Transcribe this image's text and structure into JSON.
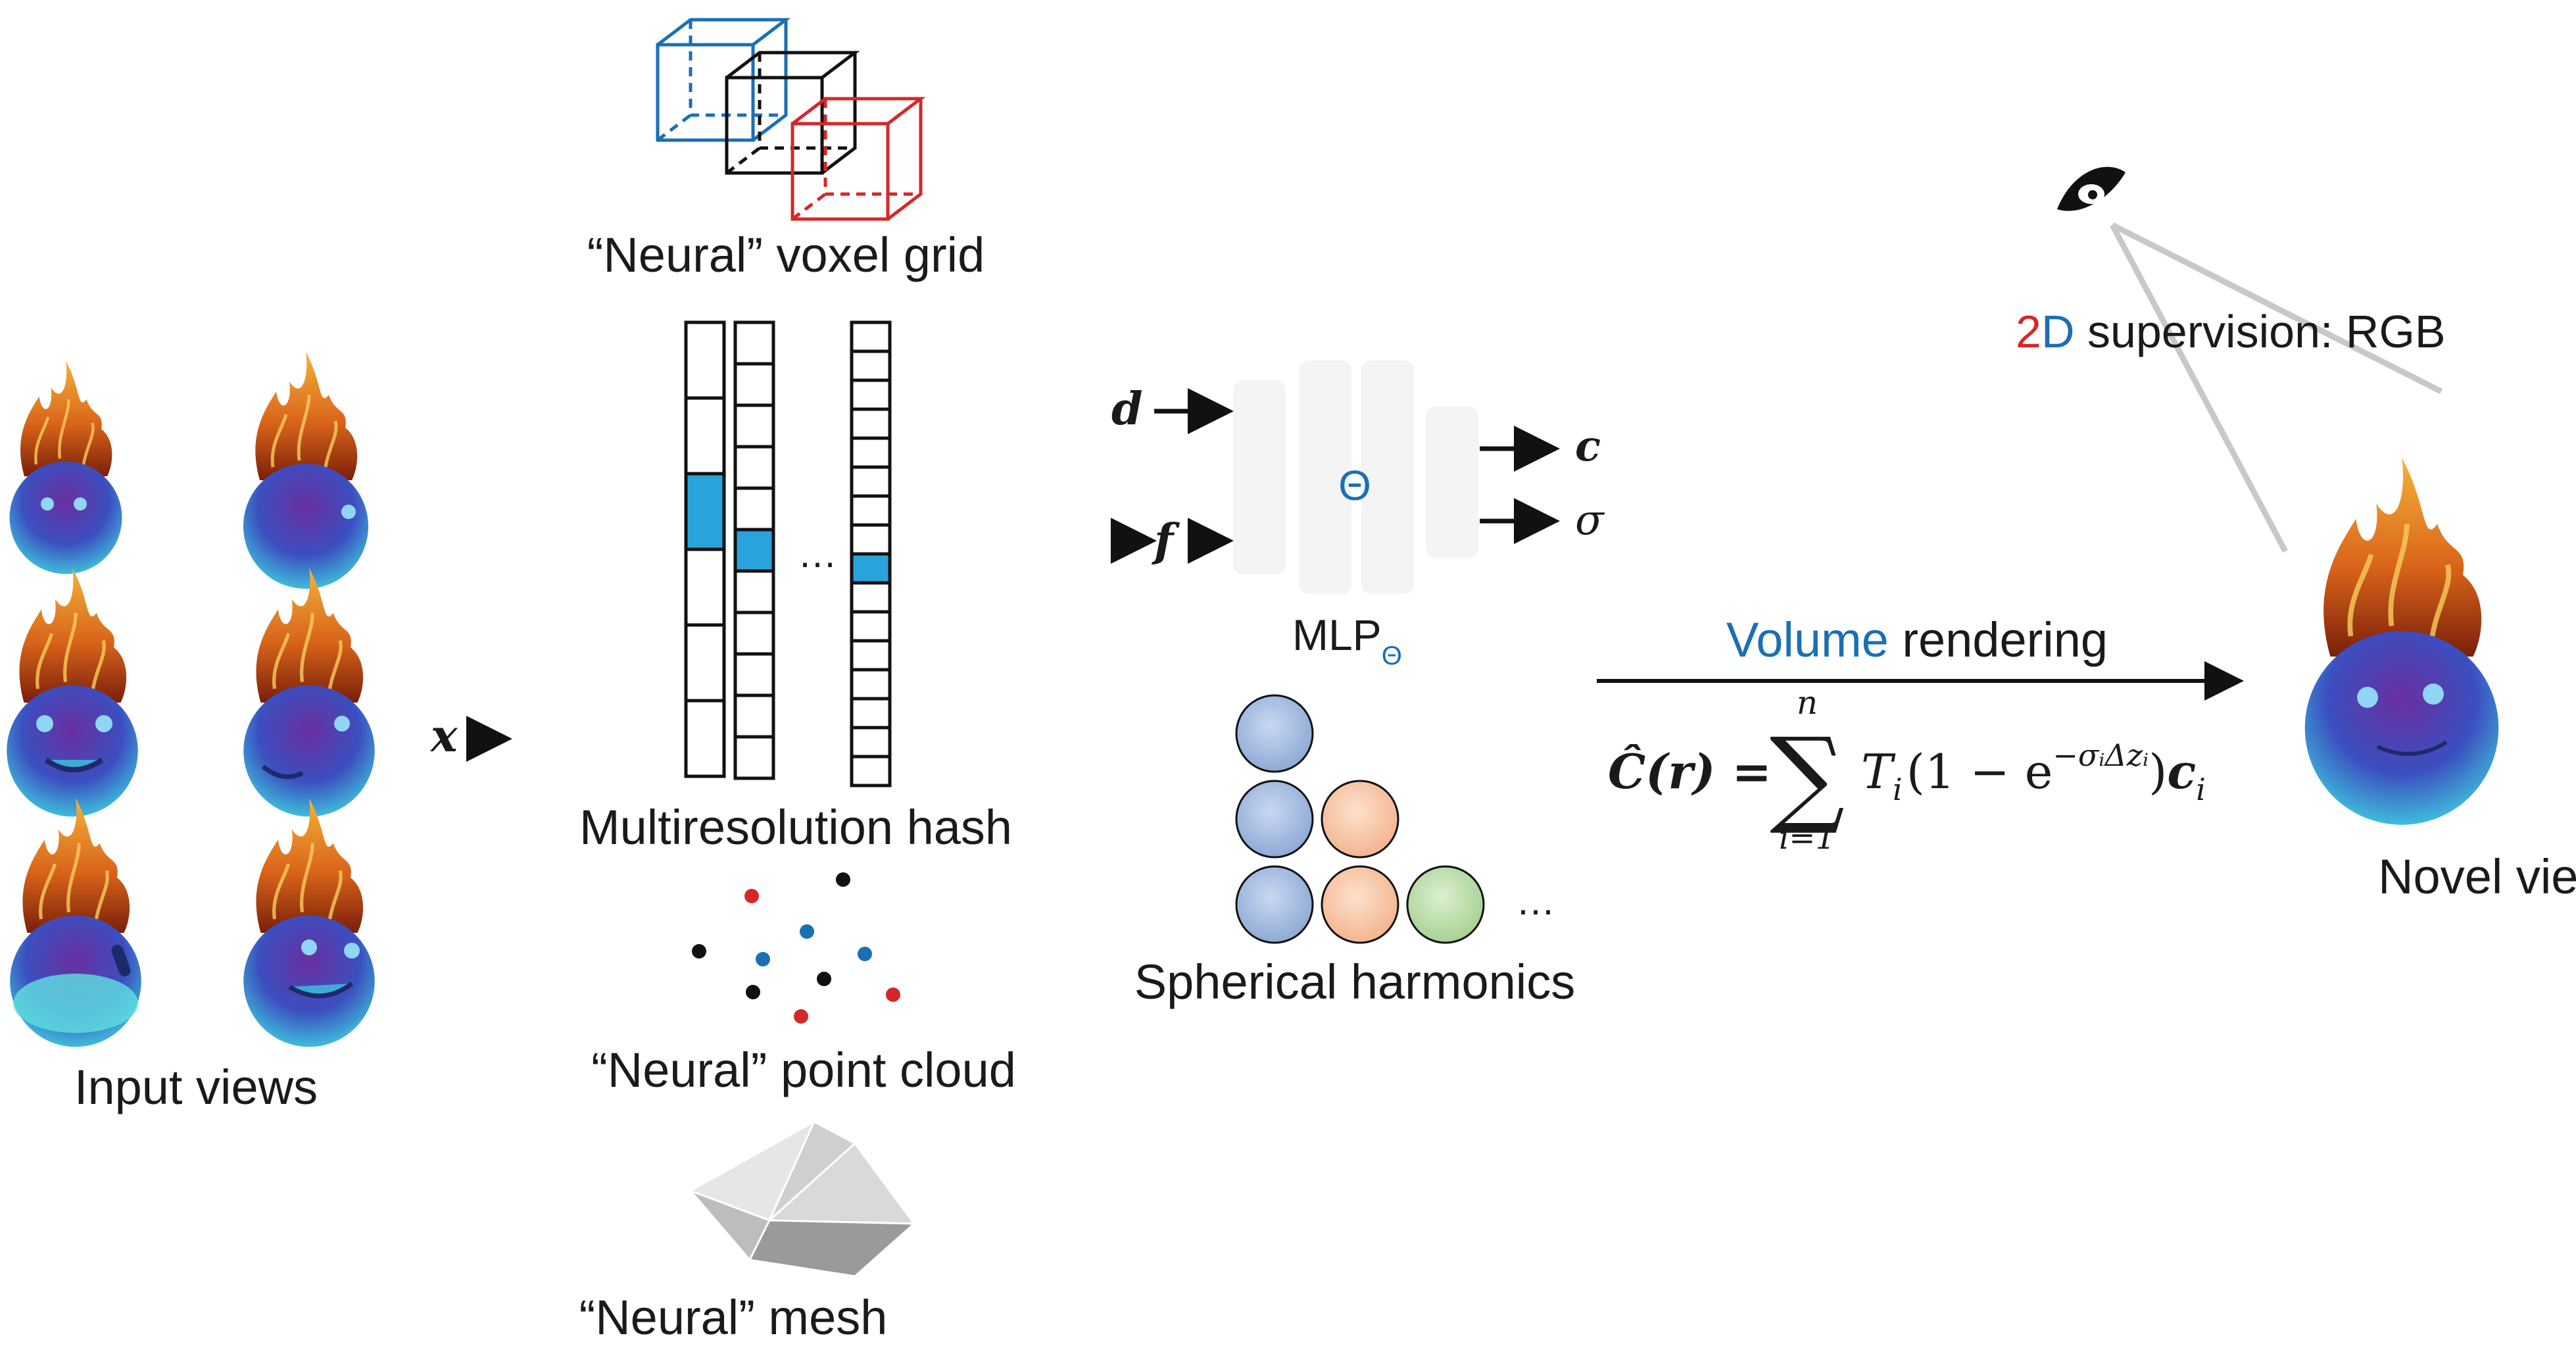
{
  "labels": {
    "input_views": "Input views",
    "voxel_grid": "“Neural” voxel grid",
    "hash": "Multiresolution hash",
    "point_cloud": "“Neural” point cloud",
    "mesh": "“Neural” mesh",
    "mlp": "MLP",
    "mlp_sub": "Θ",
    "theta": "Θ",
    "spherical": "Spherical harmonics",
    "novel_view": "Novel view",
    "supervision_2": "2",
    "supervision_D": "D",
    "supervision_rest": " supervision: RGB",
    "volume_word": "Volume",
    "rendering_word": " rendering",
    "ellipsis_hash": "…",
    "ellipsis_sh": "…"
  },
  "symbols": {
    "x": "x",
    "d": "d",
    "f": "f",
    "c": "c",
    "sigma": "σ"
  },
  "formula": {
    "lhs": "Ĉ(r) =",
    "sum": "∑",
    "upper": "n",
    "lower": "i=1",
    "T": "T",
    "T_sub": "i",
    "paren_open": "(1 − e",
    "exponent": "−σᵢΔzᵢ",
    "paren_close": ")",
    "c": "c",
    "c_sub": "i"
  },
  "colors": {
    "accent_blue": "#1a6fb5",
    "accent_red": "#d62728",
    "hash_cell": "#29a3dc",
    "line_gray": "#c8c8c8",
    "sh_blue": "#9fb8dc",
    "sh_orange": "#f6c6a6",
    "sh_green": "#b9dca8"
  },
  "icons": [
    "eye-icon",
    "fireball-character",
    "voxel-cube-icon",
    "mesh-icon",
    "arrow-icon"
  ]
}
